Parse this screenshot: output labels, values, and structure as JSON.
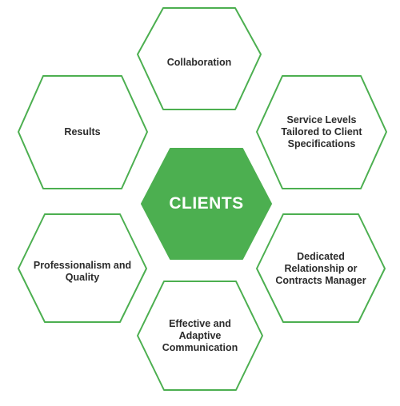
{
  "colors": {
    "accent": "#4caf50",
    "text": "#2b2b2b",
    "center_text": "#ffffff"
  },
  "center": {
    "label": "CLIENTS"
  },
  "nodes": {
    "collaboration": "Collaboration",
    "results": "Results",
    "service_levels": "Service Levels\nTailored to Client\nSpecifications",
    "professionalism": "Professionalism and\nQuality",
    "dedicated": "Dedicated\nRelationship or\nContracts Manager",
    "communication": "Effective and\nAdaptive\nCommunication"
  }
}
